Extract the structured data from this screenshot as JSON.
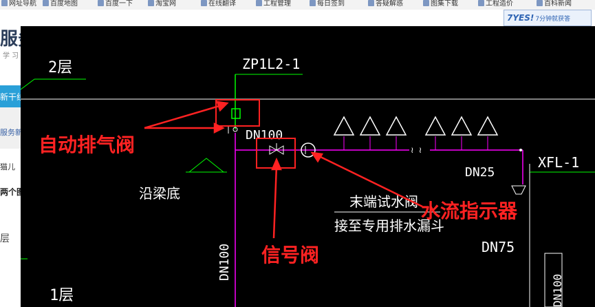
{
  "bookmarks": [
    {
      "label": "网址导航"
    },
    {
      "label": "百度地图"
    },
    {
      "label": "百度一下"
    },
    {
      "label": "淘宝网"
    },
    {
      "label": "在线翻译"
    },
    {
      "label": "工程管理"
    },
    {
      "label": "每日签到"
    },
    {
      "label": "答疑解惑"
    },
    {
      "label": "图集下载"
    },
    {
      "label": "工程造价"
    },
    {
      "label": "百科新闻"
    }
  ],
  "ad": {
    "brand": "7YES!",
    "text": "7分钟就获答"
  },
  "background_page": {
    "title": "服务新干线",
    "subtitle": "学 习 交",
    "tab": "新干线",
    "link": "服务新",
    "user": "猫儿",
    "question": "两个图",
    "fragment": "层"
  },
  "cad": {
    "labels": {
      "floor2": "2层",
      "pipe_id": "ZP1L2-1",
      "dn100_h": "DN100",
      "dn100_v": "DN100",
      "beam_bottom": "沿梁底",
      "dn25": "DN25",
      "xfl": "XFL-1",
      "test_valve": "末端试水阀",
      "drain_funnel": "接至专用排水漏斗",
      "dn75": "DN75",
      "floor1": "1层",
      "dn100_right": "DN100"
    },
    "annotations": {
      "air_valve": "自动排气阀",
      "signal_valve": "信号阀",
      "flow_indicator": "水流指示器"
    },
    "colors": {
      "background": "#000000",
      "pipe_green": "#00ff00",
      "pipe_magenta": "#ff00ff",
      "line_white": "#ffffff",
      "annotation_red": "#ff2222"
    }
  }
}
